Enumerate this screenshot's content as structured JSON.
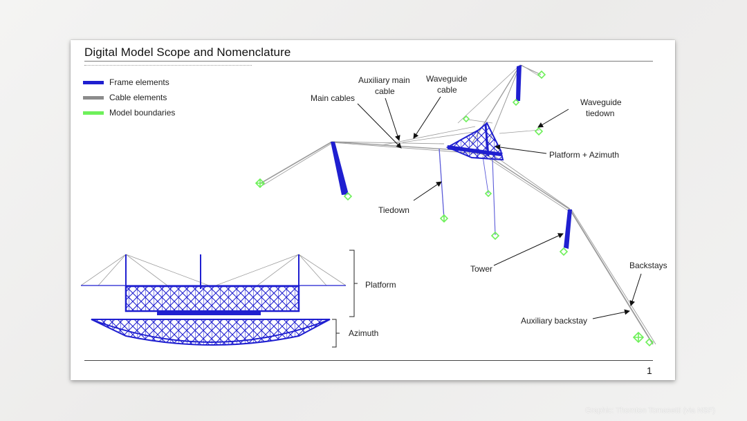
{
  "slide": {
    "title": "Digital Model Scope and Nomenclature",
    "page_number": "1"
  },
  "legend": [
    {
      "label": "Frame elements",
      "color": "#1f1fd0"
    },
    {
      "label": "Cable elements",
      "color": "#8c8c8c"
    },
    {
      "label": "Model boundaries",
      "color": "#6ef05a"
    }
  ],
  "labels": {
    "main_cables": "Main cables",
    "auxiliary_main_cable_1": "Auxiliary main",
    "auxiliary_main_cable_2": "cable",
    "waveguide_cable_1": "Waveguide",
    "waveguide_cable_2": "cable",
    "waveguide_tiedown_1": "Waveguide",
    "waveguide_tiedown_2": "tiedown",
    "platform_azimuth": "Platform + Azimuth",
    "tiedown": "Tiedown",
    "tower": "Tower",
    "backstays": "Backstays",
    "auxiliary_backstay": "Auxiliary backstay",
    "platform": "Platform",
    "azimuth": "Azimuth"
  },
  "credit": "Graphic: Thornton Tomasetti (via NSF)",
  "colors": {
    "frame": "#1f1fd0",
    "cable": "#8c8c8c",
    "boundary": "#6ef05a"
  }
}
